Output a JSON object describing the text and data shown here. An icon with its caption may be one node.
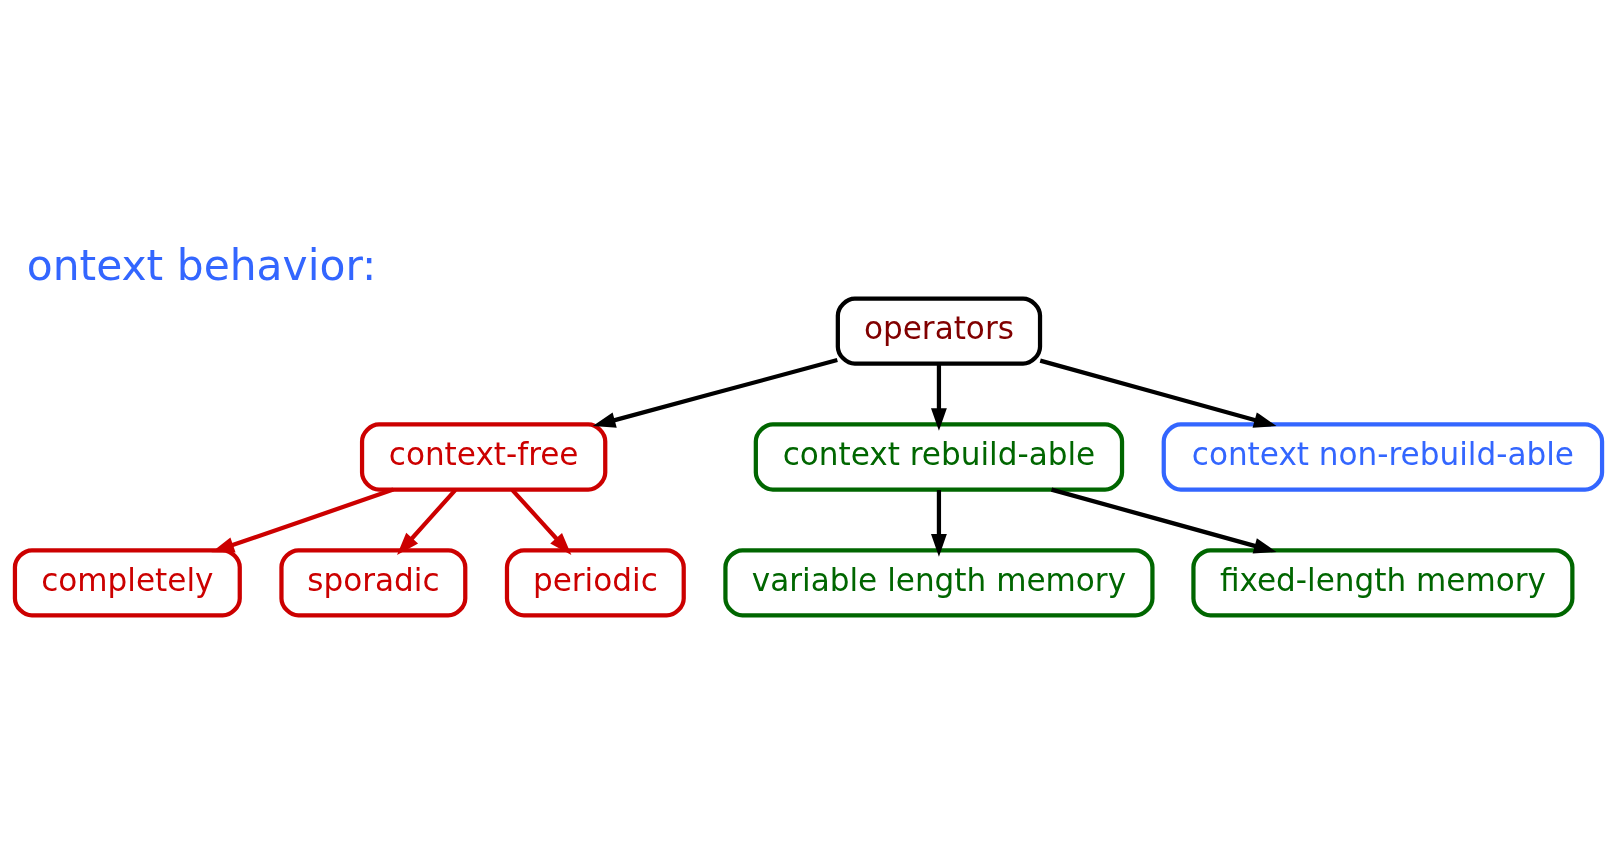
{
  "diagram": {
    "title": "ontext behavior:",
    "nodes": [
      {
        "text": [
          "operators"
        ]
      },
      {
        "text": [
          "context-free"
        ]
      },
      {
        "text": [
          "context rebuild-able"
        ]
      },
      {
        "text": [
          "context non-rebuild-able"
        ]
      },
      {
        "text": [
          "completely"
        ]
      },
      {
        "text": [
          "sporadic"
        ]
      },
      {
        "text": [
          "variable length memory"
        ]
      },
      {
        "text": [
          "periodic"
        ]
      },
      {
        "text": [
          "fixed-length memory"
        ]
      }
    ],
    "edges": [
      {
        "from": 0,
        "to": 1,
        "arrow": "to"
      },
      {
        "from": 0,
        "to": 2,
        "arrow": "to"
      },
      {
        "from": 0,
        "to": 3,
        "arrow": "to"
      },
      {
        "from": 1,
        "to": 4,
        "arrow": "to",
        "color": "#cc0000"
      },
      {
        "from": 1,
        "to": 7,
        "arrow": "to",
        "color": "#cc0000"
      },
      {
        "from": 1,
        "to": 5,
        "arrow": "to",
        "color": "#cc0000"
      },
      {
        "from": 2,
        "to": 8,
        "arrow": "to"
      },
      {
        "from": 2,
        "to": 6,
        "arrow": "to"
      }
    ]
  }
}
